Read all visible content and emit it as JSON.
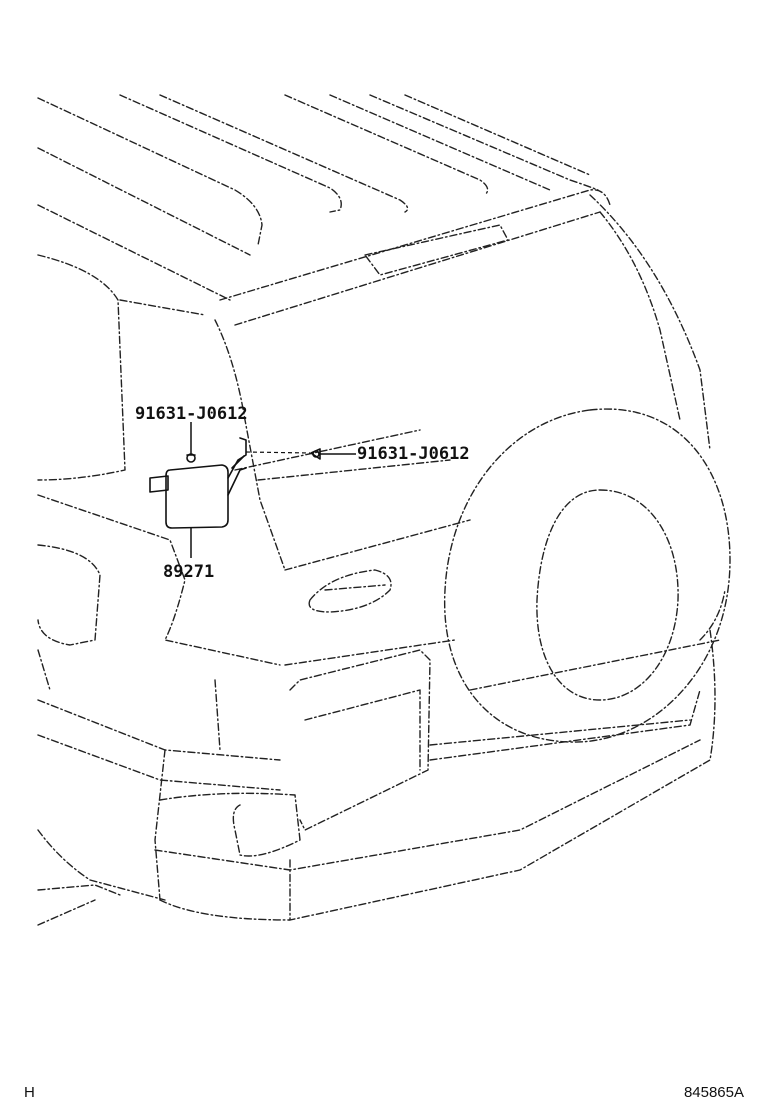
{
  "callouts": {
    "bolt_upper": "91631-J0612",
    "bolt_right": "91631-J0612",
    "sensor_unit": "89271"
  },
  "footer": {
    "left_code": "H",
    "diagram_id": "845865A"
  },
  "colors": {
    "line": "#111111",
    "background": "#ffffff"
  }
}
